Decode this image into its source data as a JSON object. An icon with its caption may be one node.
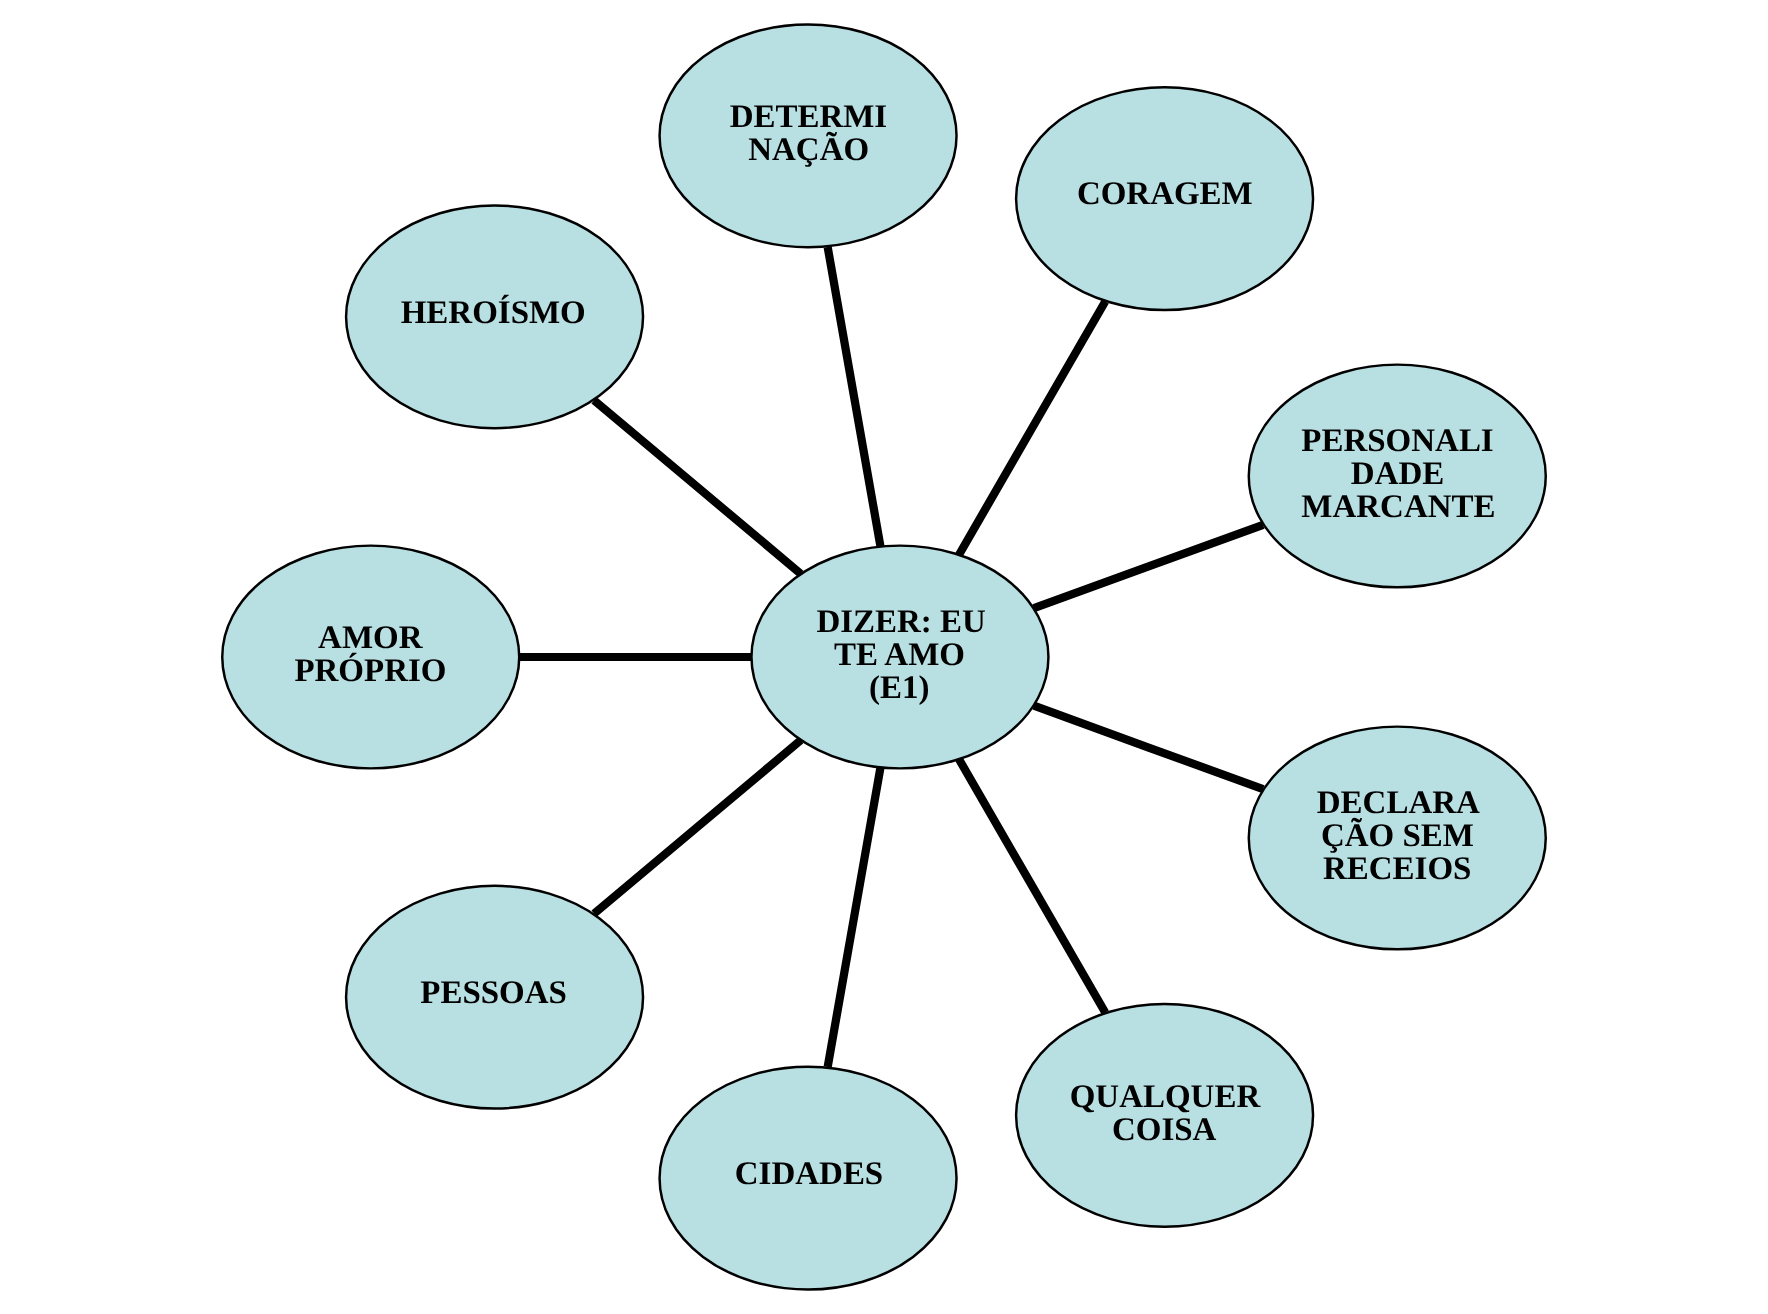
{
  "diagram": {
    "nodes": [
      {
        "text": [
          "DIZER: EU TE AMO (E1)"
        ]
      },
      {
        "text": [
          "PERSONALI DADE MARCANTE"
        ]
      },
      {
        "text": [
          "CORAGEM"
        ]
      },
      {
        "text": [
          "DETERMI NAÇÃO"
        ]
      },
      {
        "text": [
          "HEROÍSMO"
        ]
      },
      {
        "text": [
          "AMOR PRÓPRIO"
        ]
      },
      {
        "text": [
          "PESSOAS"
        ]
      },
      {
        "text": [
          "CIDADES"
        ]
      },
      {
        "text": [
          "QUALQUER COISA"
        ]
      },
      {
        "text": [
          "DECLARA ÇÃO SEM RECEIOS"
        ]
      }
    ],
    "edges": [
      {
        "from": 0,
        "to": 1,
        "arrow": "none"
      },
      {
        "from": 0,
        "to": 2,
        "arrow": "none"
      },
      {
        "from": 0,
        "to": 3,
        "arrow": "none"
      },
      {
        "from": 0,
        "to": 4,
        "arrow": "none"
      },
      {
        "from": 0,
        "to": 5,
        "arrow": "none"
      },
      {
        "from": 0,
        "to": 6,
        "arrow": "none"
      },
      {
        "from": 0,
        "to": 7,
        "arrow": "none"
      },
      {
        "from": 0,
        "to": 8,
        "arrow": "none"
      },
      {
        "from": 0,
        "to": 9,
        "arrow": "none"
      }
    ]
  }
}
